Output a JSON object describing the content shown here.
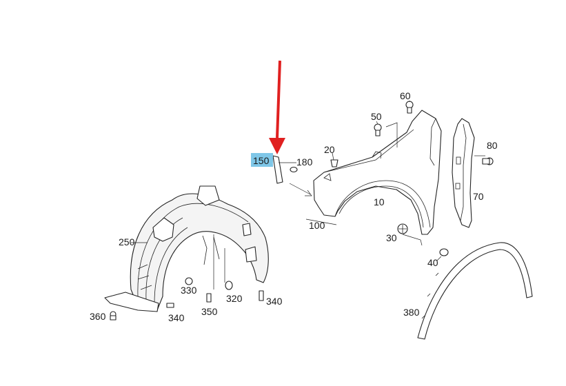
{
  "callouts": {
    "c10": "10",
    "c20": "20",
    "c30": "30",
    "c40": "40",
    "c50": "50",
    "c60": "60",
    "c70": "70",
    "c80": "80",
    "c100": "100",
    "c150": "150",
    "c180": "180",
    "c250": "250",
    "c320": "320",
    "c330": "330",
    "c340a": "340",
    "c340b": "340",
    "c350": "350",
    "c360": "360",
    "c380": "380"
  },
  "colors": {
    "highlight": "#7fc7e8",
    "arrow": "#e02020",
    "line": "#222222"
  }
}
